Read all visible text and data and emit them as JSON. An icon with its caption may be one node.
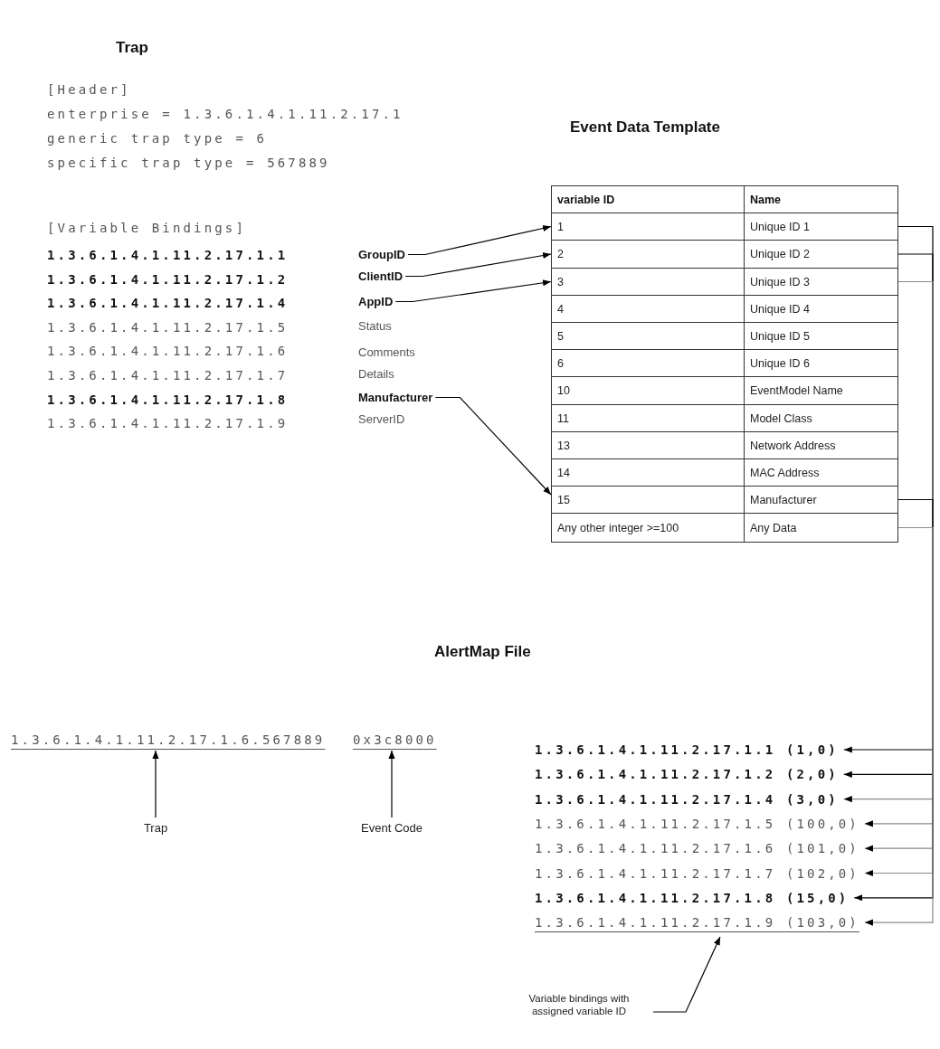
{
  "diagram": {
    "nodes": [
      {
        "text": [
          "GroupID"
        ]
      },
      {
        "text": [
          "ClientID"
        ]
      },
      {
        "text": [
          "AppID"
        ]
      },
      {
        "text": [
          "Manufacturer"
        ]
      },
      {
        "text": [
          "variable ID"
        ]
      },
      {
        "text": [
          "Name"
        ]
      },
      {
        "text": [
          "1"
        ]
      },
      {
        "text": [
          "Unique ID 1"
        ]
      },
      {
        "text": [
          "2"
        ]
      },
      {
        "text": [
          "Unique ID 2"
        ]
      },
      {
        "text": [
          "3"
        ]
      },
      {
        "text": [
          "Unique ID 3"
        ]
      },
      {
        "text": [
          "4"
        ]
      },
      {
        "text": [
          "Unique ID 4"
        ]
      },
      {
        "text": [
          "5"
        ]
      },
      {
        "text": [
          "Unique ID 5"
        ]
      },
      {
        "text": [
          "6"
        ]
      },
      {
        "text": [
          "Unique ID 6"
        ]
      },
      {
        "text": [
          "10"
        ]
      },
      {
        "text": [
          "EventModel Name"
        ]
      },
      {
        "text": [
          "11"
        ]
      },
      {
        "text": [
          "Model Class"
        ]
      },
      {
        "text": [
          "13"
        ]
      },
      {
        "text": [
          "Network Address"
        ]
      },
      {
        "text": [
          "14"
        ]
      },
      {
        "text": [
          "MAC Address"
        ]
      },
      {
        "text": [
          "15"
        ]
      },
      {
        "text": [
          "Manufacturer"
        ]
      },
      {
        "text": [
          "Any other integer >=100"
        ]
      },
      {
        "text": [
          "Any Data"
        ]
      },
      {
        "text": [
          "1.3.6.1.4.1.11.2.17.1.6.567889"
        ]
      },
      {
        "text": [
          "0x3c8000"
        ]
      },
      {
        "text": [
          "Trap"
        ]
      },
      {
        "text": [
          "Event Code"
        ]
      },
      {
        "text": [
          "1.3.6.1.4.1.11.2.17.1.1 (1,0)"
        ]
      },
      {
        "text": [
          "1.3.6.1.4.1.11.2.17.1.2 (2,0)"
        ]
      },
      {
        "text": [
          "1.3.6.1.4.1.11.2.17.1.4 (3,0)"
        ]
      },
      {
        "text": [
          "1.3.6.1.4.1.11.2.17.1.5 (100,0)"
        ]
      },
      {
        "text": [
          "1.3.6.1.4.1.11.2.17.1.6 (101,0)"
        ]
      },
      {
        "text": [
          "1.3.6.1.4.1.11.2.17.1.7 (102,0)"
        ]
      },
      {
        "text": [
          "1.3.6.1.4.1.11.2.17.1.8 (15,0)"
        ]
      },
      {
        "text": [
          "1.3.6.1.4.1.11.2.17.1.9 (103,0)"
        ]
      },
      {
        "text": [
          "Variable bindings with assigned variable ID"
        ]
      }
    ],
    "edges": [
      {
        "from": 0,
        "to": 6,
        "arrow": "to"
      },
      {
        "from": 1,
        "to": 8,
        "arrow": "to"
      },
      {
        "from": 2,
        "to": 10,
        "arrow": "to"
      },
      {
        "from": 3,
        "to": 26,
        "arrow": "to"
      },
      {
        "from": 7,
        "to": 34,
        "arrow": "to"
      },
      {
        "from": 9,
        "to": 35,
        "arrow": "to"
      },
      {
        "from": 11,
        "to": 36,
        "arrow": "to",
        "color": "#8a8a8a"
      },
      {
        "from": 29,
        "to": 37,
        "arrow": "to",
        "color": "#8a8a8a"
      },
      {
        "from": 29,
        "to": 38,
        "arrow": "to",
        "color": "#8a8a8a"
      },
      {
        "from": 29,
        "to": 39,
        "arrow": "to",
        "color": "#8a8a8a"
      },
      {
        "from": 27,
        "to": 40,
        "arrow": "to"
      },
      {
        "from": 29,
        "to": 41,
        "arrow": "to",
        "color": "#8a8a8a"
      },
      {
        "from": 32,
        "to": 30,
        "arrow": "to"
      },
      {
        "from": 33,
        "to": 31,
        "arrow": "to"
      },
      {
        "from": 42,
        "to": 41,
        "arrow": "to"
      }
    ],
    "labels": [
      "Trap",
      "[Header]",
      "enterprise = 1.3.6.1.4.1.11.2.17.1",
      "generic trap type = 6",
      "Event Data Template",
      "specific trap type = 567889",
      "[Variable Bindings]",
      "1.3.6.1.4.1.11.2.17.1.1",
      "1.3.6.1.4.1.11.2.17.1.2",
      "1.3.6.1.4.1.11.2.17.1.4",
      "1.3.6.1.4.1.11.2.17.1.5",
      "1.3.6.1.4.1.11.2.17.1.6",
      "1.3.6.1.4.1.11.2.17.1.7",
      "1.3.6.1.4.1.11.2.17.1.8",
      "1.3.6.1.4.1.11.2.17.1.9",
      "Status",
      "Comments",
      "Details",
      "ServerID",
      "AlertMap File"
    ]
  }
}
